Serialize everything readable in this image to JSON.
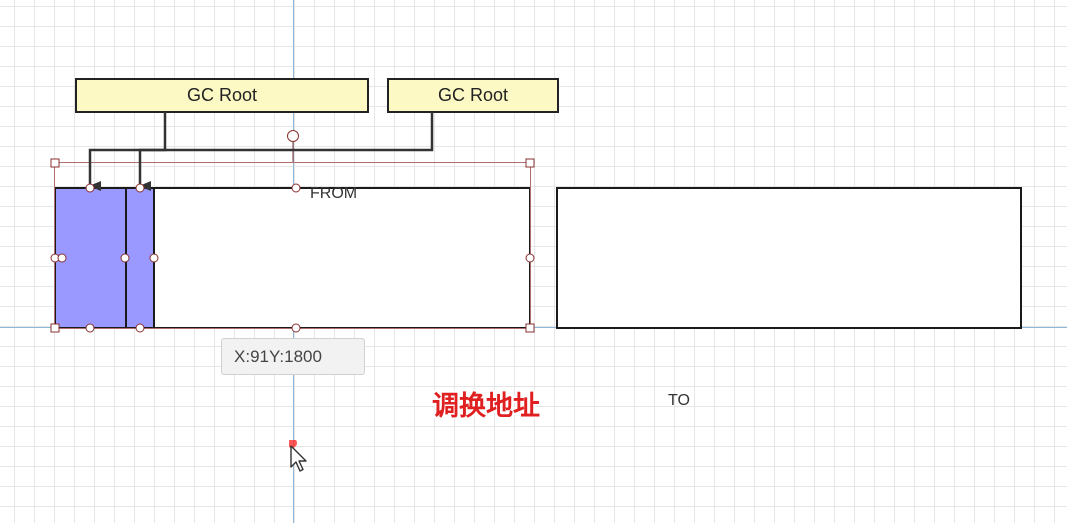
{
  "gc_roots": [
    {
      "label": "GC Root"
    },
    {
      "label": "GC Root"
    }
  ],
  "regions": {
    "from_label": "FROM",
    "to_label": "TO"
  },
  "tooltip": {
    "x_label": "X:",
    "x_value": "91",
    "y_label": "Y:",
    "y_value": "1800"
  },
  "caption": "调换地址",
  "colors": {
    "gc_root_fill": "#fdf9c4",
    "object_fill": "#9999ff",
    "guide_line": "#8fb7d9",
    "caption_text": "#e02020",
    "cursor_dot": "#ff2020"
  }
}
